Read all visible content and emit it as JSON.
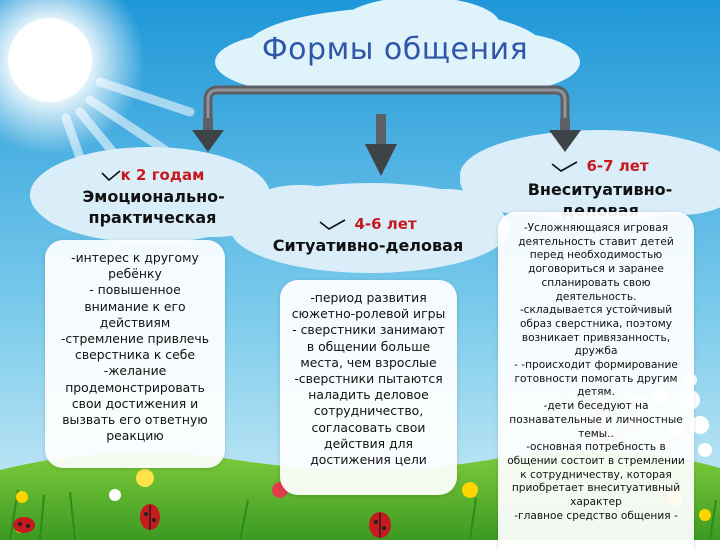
{
  "title": "Формы общения",
  "columns": [
    {
      "age": "к 2 годам",
      "stage": "Эмоционально-практическая",
      "items": [
        "-интерес к другому ребёнку",
        "- повышенное внимание к его действиям",
        "-стремление привлечь сверстника к себе",
        "-желание продемонстрировать свои достижения и вызвать его ответную реакцию"
      ]
    },
    {
      "age": "4-6 лет",
      "stage": "Ситуативно-деловая",
      "items": [
        "-период развития сюжетно-ролевой игры",
        "- сверстники занимают в общении больше места, чем взрослые",
        "-сверстники пытаются наладить деловое сотрудничество, согласовать свои действия для достижения цели"
      ]
    },
    {
      "age": "6-7 лет",
      "stage": "Внеситуативно-деловая",
      "items": [
        "-Усложняющаяся игровая деятельность ставит детей перед необходимостью договориться и заранее спланировать свою деятельность.",
        "-складывается устойчивый образ сверстника, поэтому возникает привязанность, дружба",
        "- -происходит формирование готовности помогать другим детям.",
        "-дети беседуют на познавательные и личностные темы..",
        "-основная потребность в общении состоит в стремлении к сотрудничеству, которая приобретает внеситуативный характер",
        "-главное средство общения -"
      ]
    }
  ],
  "colors": {
    "title": "#2f56a8",
    "age": "#c8191e",
    "sky_top": "#2aa2dd",
    "sky_bottom": "#bfe6f6",
    "grass": "#5cb833"
  },
  "icons": [
    "sun-icon",
    "arrow-down-icon",
    "ladybug-icon",
    "flower-icon",
    "tree-icon",
    "checkmark-icon"
  ]
}
